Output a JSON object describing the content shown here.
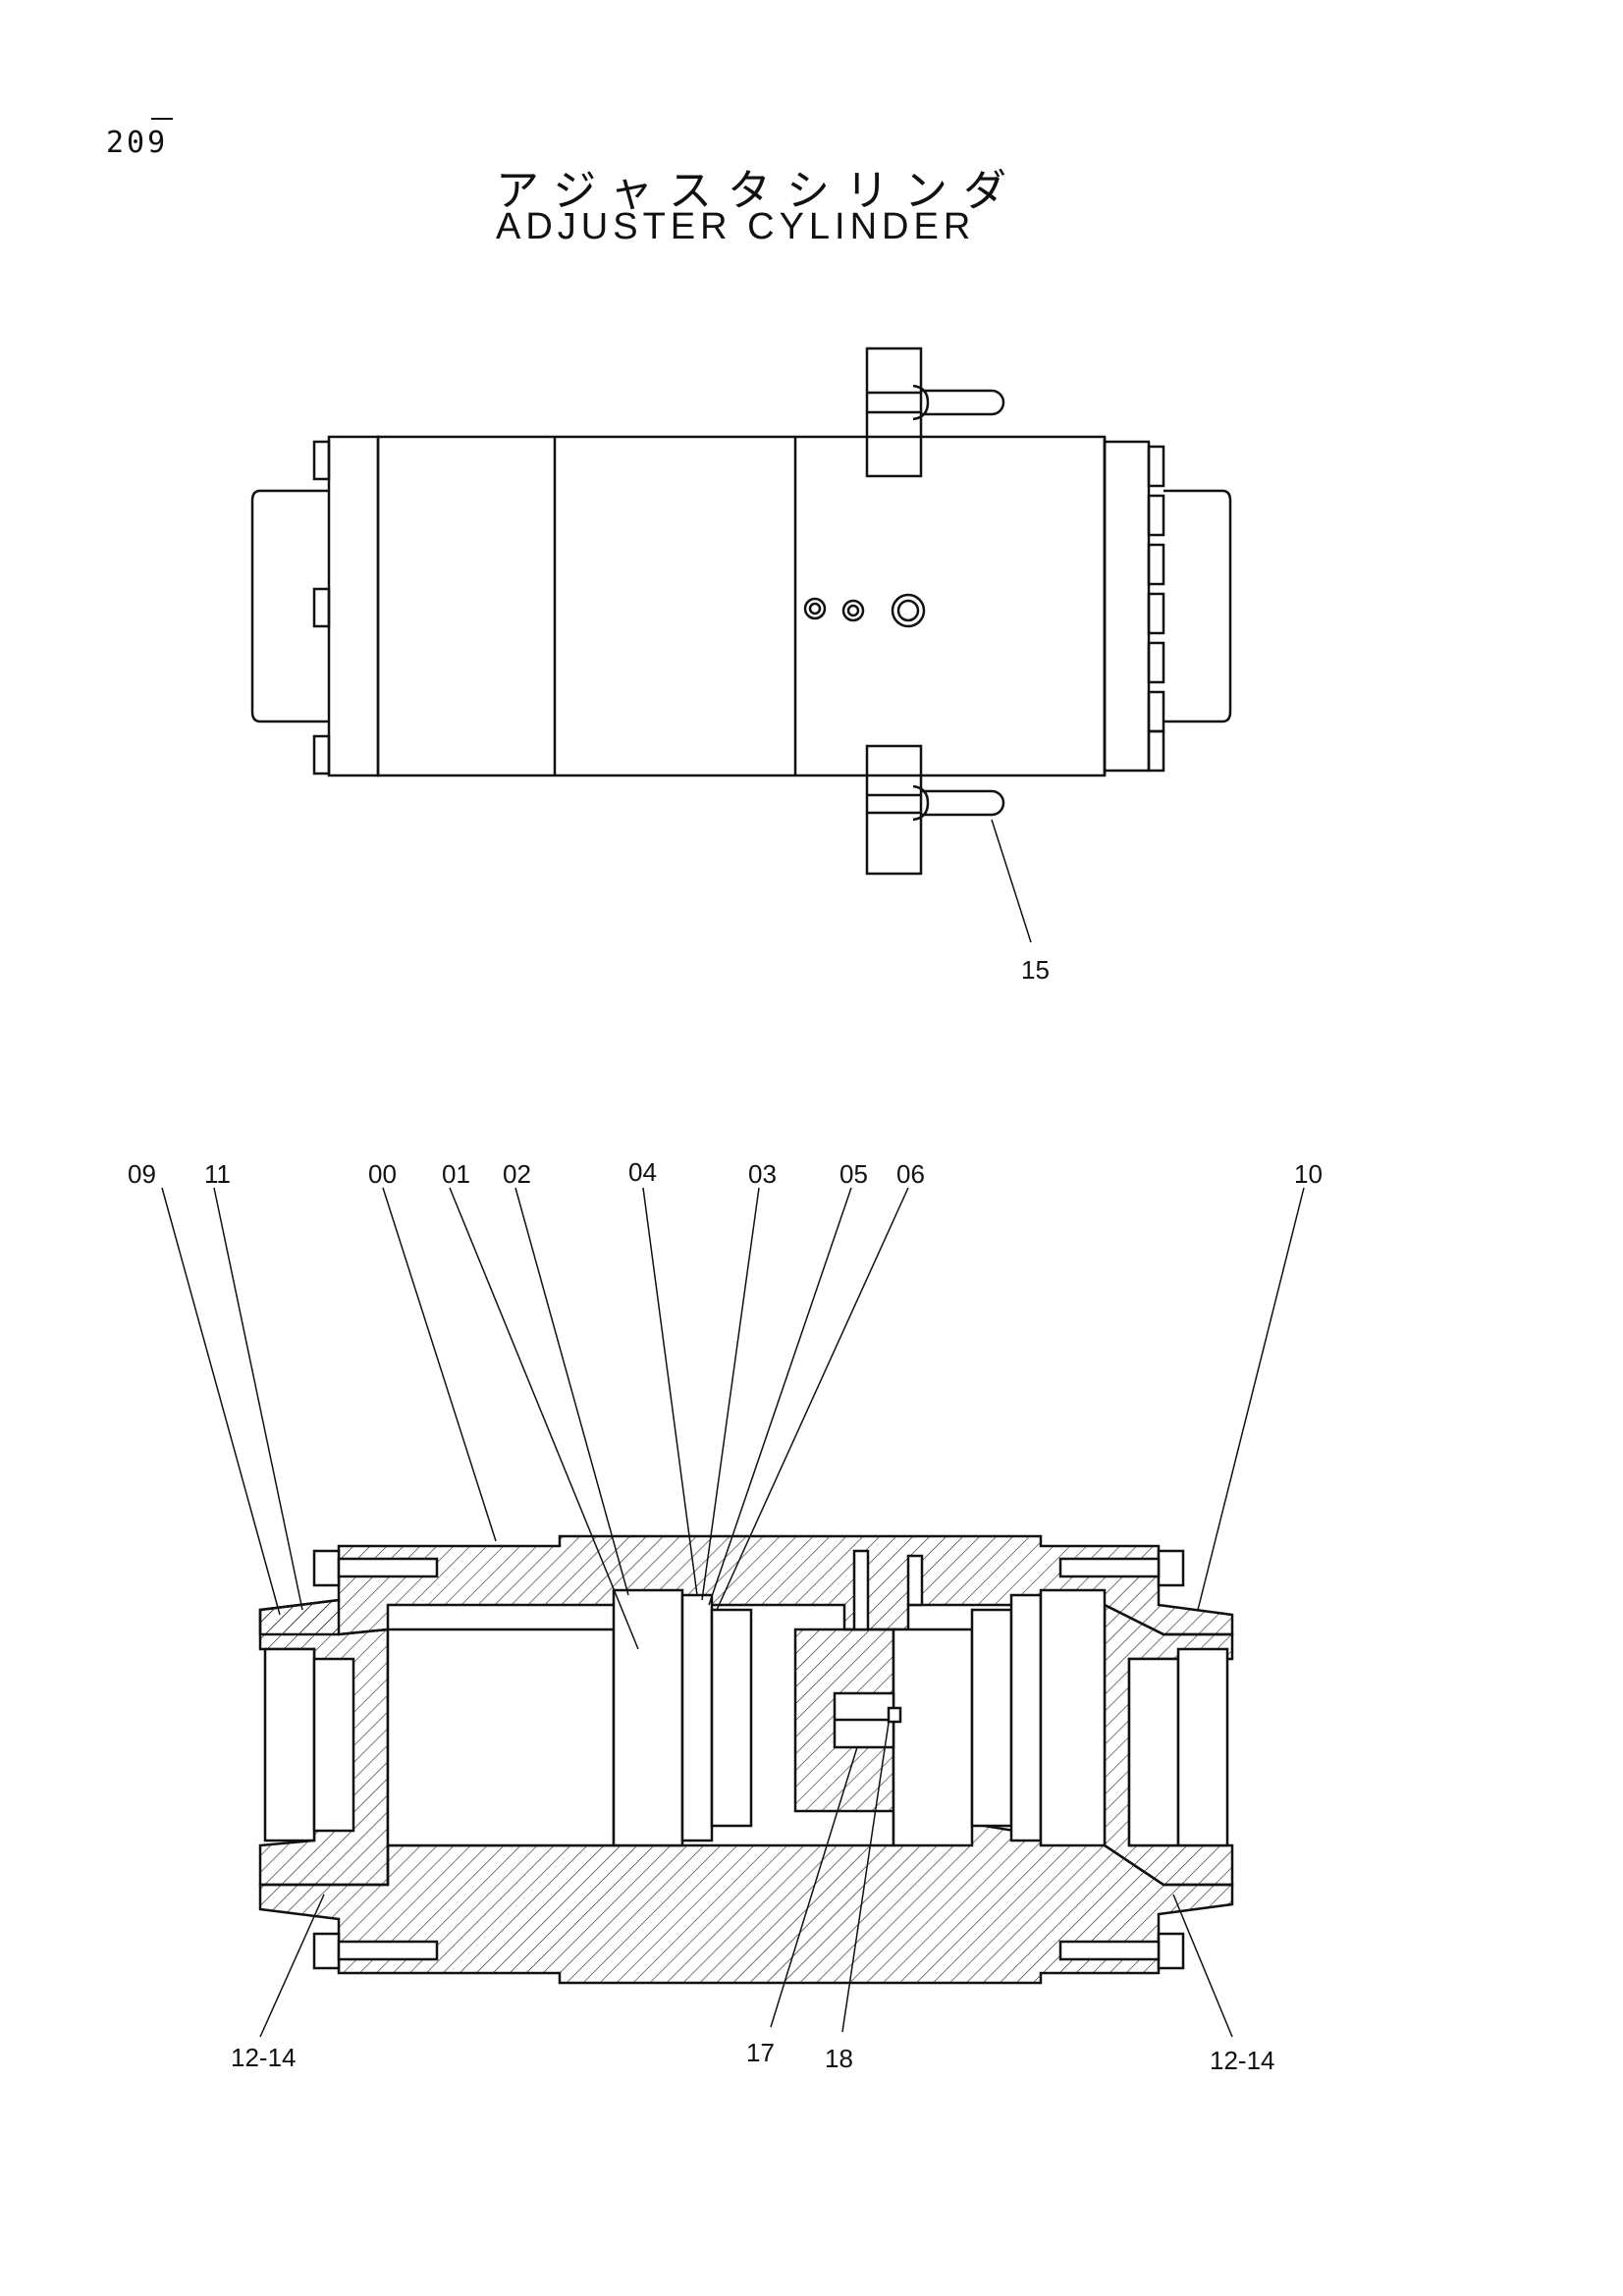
{
  "page": {
    "number": "209"
  },
  "title": {
    "japanese": "アジャスタシリンダ",
    "english": "ADJUSTER CYLINDER"
  },
  "top_view": {
    "callouts": [
      "15"
    ]
  },
  "section_view": {
    "callouts": [
      "09",
      "11",
      "00",
      "01",
      "02",
      "04",
      "03",
      "05",
      "06",
      "10",
      "12-14",
      "17",
      "18",
      "12-14"
    ]
  }
}
